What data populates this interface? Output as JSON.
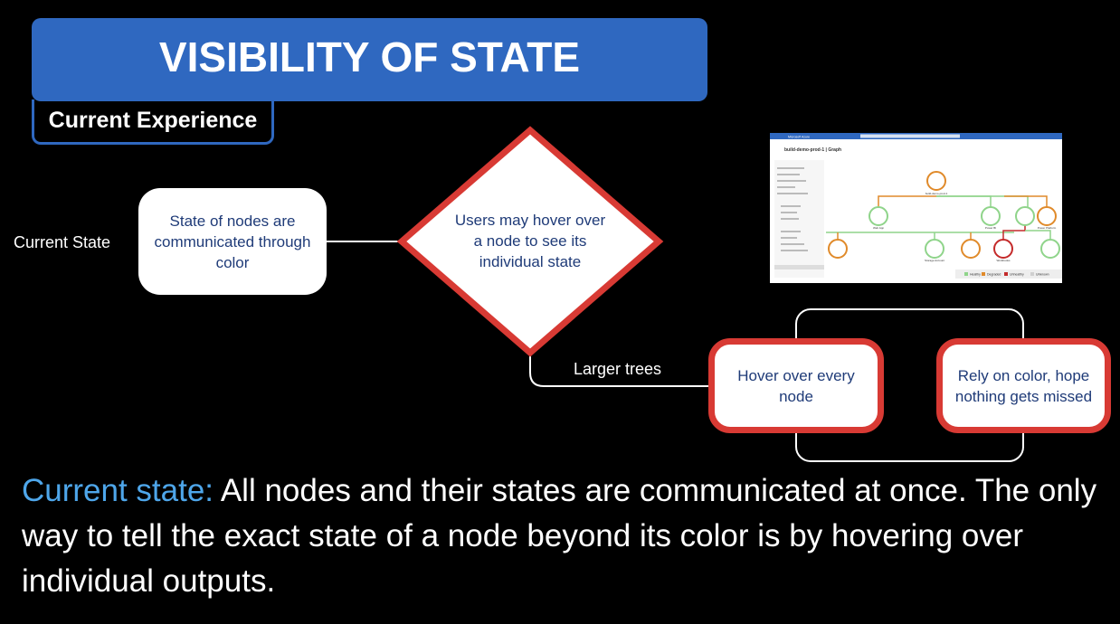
{
  "title": "VISIBILITY OF STATE",
  "subtitle": "Current Experience",
  "row_label": "Current State",
  "node_start": "State of nodes are communicated through color",
  "decision": "Users may hover over a node to see its individual state",
  "edge_label": "Larger trees",
  "option_a": "Hover over every node",
  "option_b": "Rely on color, hope nothing gets missed",
  "summary": {
    "highlight": "Current state:",
    "text": " All nodes and their states are communicated at once. The only way to tell the exact state of a node beyond its color is by hovering over individual outputs."
  },
  "screenshot": {
    "app": "Microsoft Azure",
    "page_title": "build-demo-prod-1 | Graph",
    "root_node": "build-demo-prod-1",
    "nodes": [
      "Web App",
      "Power BI",
      "Power Platform",
      "Storage Account",
      "Workbooks"
    ],
    "legend": [
      "Healthy",
      "Degraded",
      "Unhealthy",
      "Unknown"
    ]
  },
  "colors": {
    "accent": "#2f68c0",
    "alert": "#d83a34",
    "highlight": "#4ea6ea",
    "healthy": "#8fd48a",
    "degraded": "#e08a2a",
    "unhealthy": "#c42a2a",
    "unknown": "#d0d0d0"
  }
}
